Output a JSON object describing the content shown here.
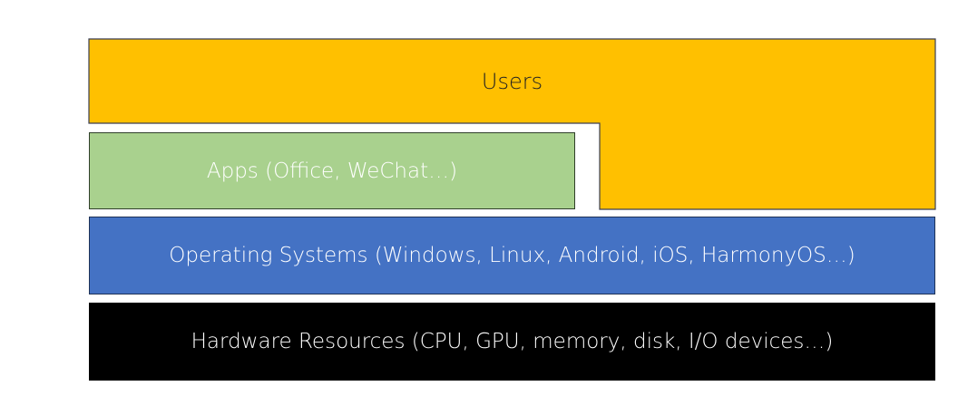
{
  "layers": {
    "users": {
      "label": "Users",
      "color": "#FFC000"
    },
    "apps": {
      "label": "Apps (Office, WeChat…)",
      "color": "#A9D18E"
    },
    "os": {
      "label": "Operating Systems (Windows, Linux, Android, iOS, HarmonyOS…)",
      "color": "#4472C4"
    },
    "hardware": {
      "label": "Hardware Resources (CPU, GPU, memory, disk, I/O devices…)",
      "color": "#000000"
    }
  }
}
